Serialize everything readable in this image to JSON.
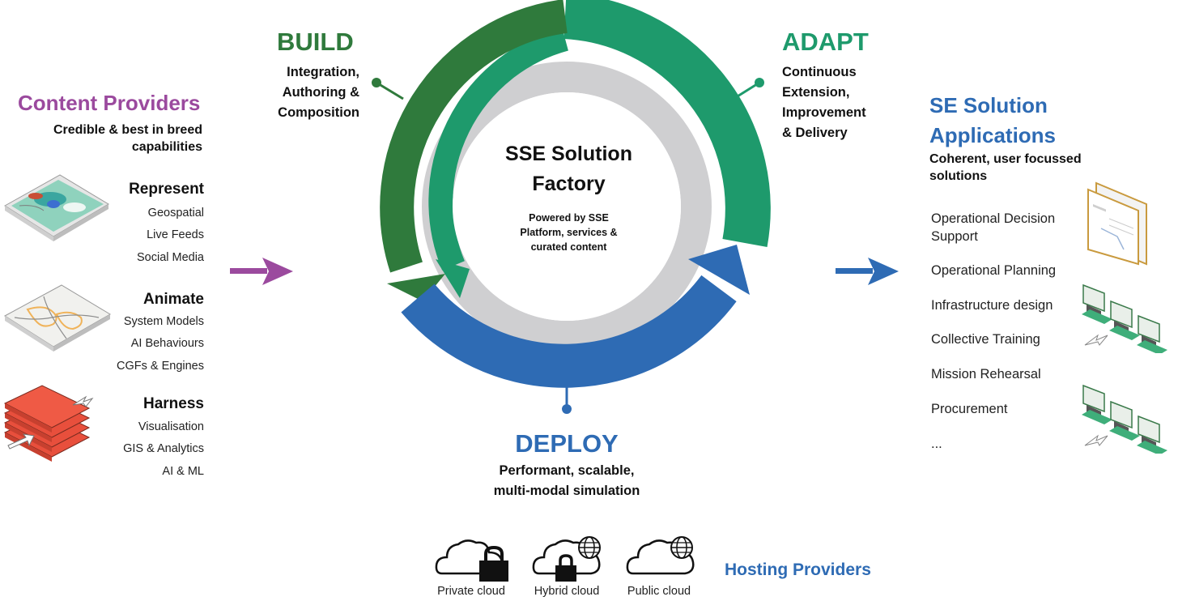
{
  "colors": {
    "purple": "#9b4a9e",
    "build_green": "#2f7a3c",
    "adapt_green": "#1e9a6c",
    "deploy_blue": "#2e6bb4",
    "ring_grey": "#cfcfd1"
  },
  "content_providers": {
    "title": "Content Providers",
    "subtitle_line1": "Credible & best in breed",
    "subtitle_line2": "capabilities",
    "groups": [
      {
        "heading": "Represent",
        "icon": "geospatial-map-tile-icon",
        "items": [
          "Geospatial",
          "Live Feeds",
          "Social Media"
        ]
      },
      {
        "heading": "Animate",
        "icon": "terrain-model-tile-icon",
        "items": [
          "System Models",
          "AI Behaviours",
          "CGFs & Engines"
        ]
      },
      {
        "heading": "Harness",
        "icon": "stacked-layers-icon",
        "items": [
          "Visualisation",
          "GIS & Analytics",
          "AI & ML"
        ]
      }
    ]
  },
  "cycle": {
    "build": {
      "title": "BUILD",
      "lines": [
        "Integration,",
        "Authoring &",
        "Composition"
      ]
    },
    "adapt": {
      "title": "ADAPT",
      "lines": [
        "Continuous",
        "Extension,",
        "Improvement",
        "& Delivery"
      ]
    },
    "deploy": {
      "title": "DEPLOY",
      "lines": [
        "Performant, scalable,",
        "multi-modal simulation"
      ]
    },
    "center": {
      "title_line1": "SSE Solution",
      "title_line2": "Factory",
      "sub_line1": "Powered by SSE",
      "sub_line2": "Platform,  services &",
      "sub_line3": "curated content"
    }
  },
  "se_solution": {
    "title_line1": "SE Solution",
    "title_line2": "Applications",
    "subtitle_line1": "Coherent, user focussed",
    "subtitle_line2": "solutions",
    "apps": [
      "Operational Decision Support",
      "Operational Planning",
      "Infrastructure design",
      "Collective Training",
      "Mission Rehearsal",
      "Procurement",
      "..."
    ]
  },
  "hosting": {
    "title": "Hosting Providers",
    "clouds": [
      {
        "label": "Private cloud",
        "icon": "cloud-lock-icon"
      },
      {
        "label": "Hybrid cloud",
        "icon": "cloud-lock-globe-icon"
      },
      {
        "label": "Public cloud",
        "icon": "cloud-globe-icon"
      }
    ]
  }
}
